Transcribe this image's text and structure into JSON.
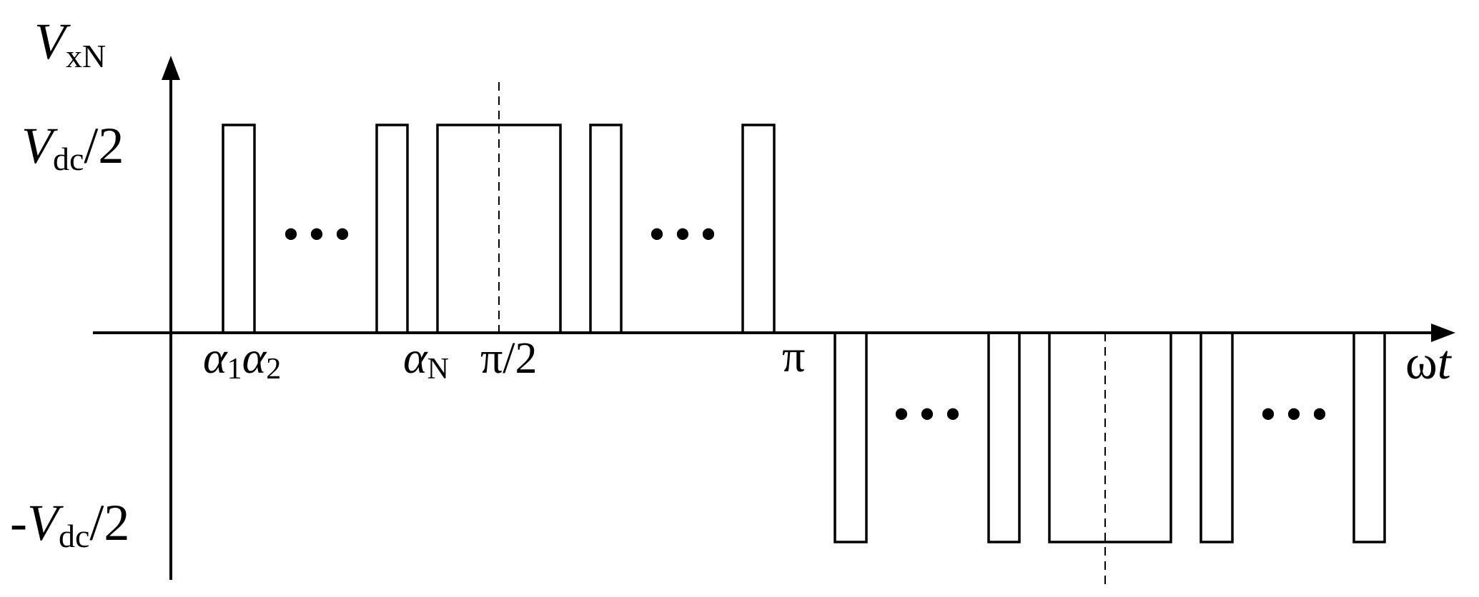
{
  "y_axis": {
    "symbol": "V",
    "subscript": "xN",
    "upper_level": {
      "symbol": "V",
      "subscript": "dc",
      "suffix": "/2"
    },
    "lower_level": {
      "prefix": "-",
      "symbol": "V",
      "subscript": "dc",
      "suffix": "/2"
    }
  },
  "x_axis": {
    "symbol_omega": "ω",
    "symbol_t": "t",
    "ticks": {
      "alpha": "α",
      "sub_1": "1",
      "sub_2": "2",
      "sub_N": "N",
      "half_pi": "π/2",
      "pi": "π"
    }
  },
  "ellipsis": "• • •"
}
